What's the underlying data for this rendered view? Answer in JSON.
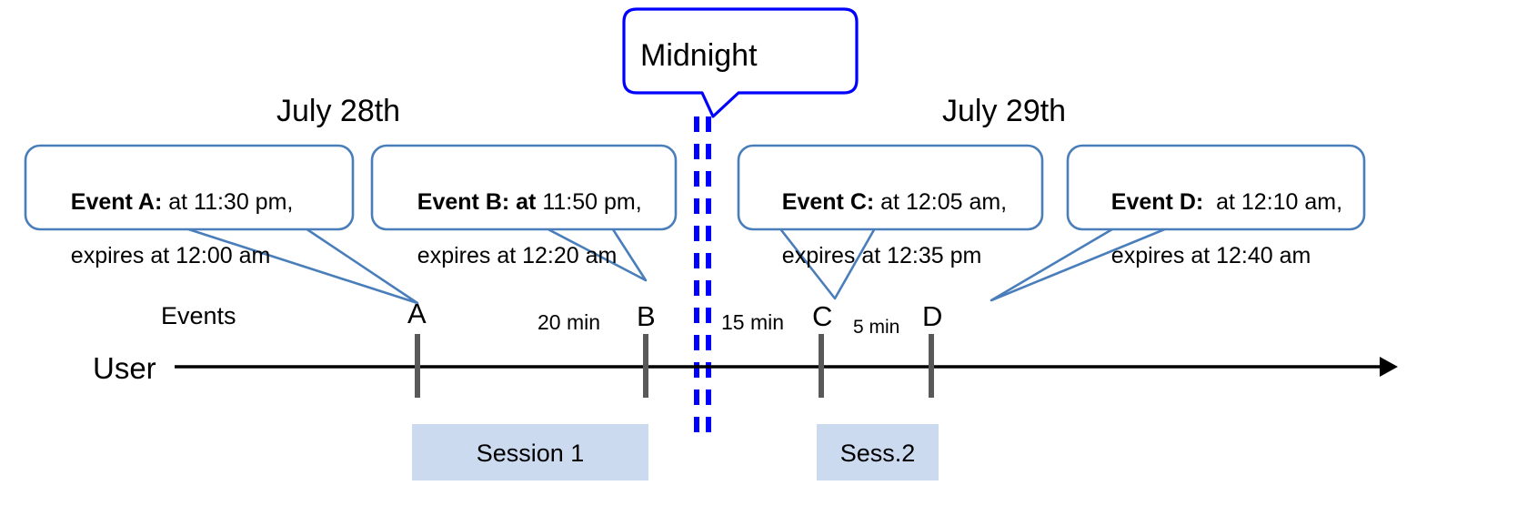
{
  "diagram": {
    "title": "Event expiry timeline across midnight",
    "colors": {
      "callout_border": "#4a7ebb",
      "midnight_line": "#0000FF",
      "session_fill": "#ccdaf0",
      "axis": "#000000",
      "tick": "#595959"
    }
  },
  "dates": [
    {
      "label": "July 28th"
    },
    {
      "label": "July 29th"
    }
  ],
  "midnight": {
    "label": "Midnight"
  },
  "callouts": [
    {
      "id": "event-a",
      "bold": "Event A:",
      "rest_line1": " at 11:30 pm,",
      "line2": "expires at 12:00 am"
    },
    {
      "id": "event-b",
      "bold": "Event B: at",
      "rest_line1": " 11:50 pm,",
      "line2": "expires at 12:20 am"
    },
    {
      "id": "event-c",
      "bold": "Event C:",
      "rest_line1": " at 12:05 am,",
      "line2": "expires at 12:35 pm"
    },
    {
      "id": "event-d",
      "bold": "Event D:",
      "rest_line1": "  at 12:10 am,",
      "line2": "expires at 12:40 am"
    }
  ],
  "axis": {
    "row_label": "User",
    "events_label": "Events"
  },
  "ticks": [
    {
      "id": "tick-a",
      "label": "A"
    },
    {
      "id": "tick-b",
      "label": "B"
    },
    {
      "id": "tick-c",
      "label": "C"
    },
    {
      "id": "tick-d",
      "label": "D"
    }
  ],
  "gaps": [
    {
      "id": "gap-ab",
      "label": "20 min"
    },
    {
      "id": "gap-bc",
      "label": "15 min"
    },
    {
      "id": "gap-cd",
      "label": "5 min"
    }
  ],
  "sessions": [
    {
      "id": "session-1",
      "label": "Session 1"
    },
    {
      "id": "session-2",
      "label": "Sess.2"
    }
  ]
}
